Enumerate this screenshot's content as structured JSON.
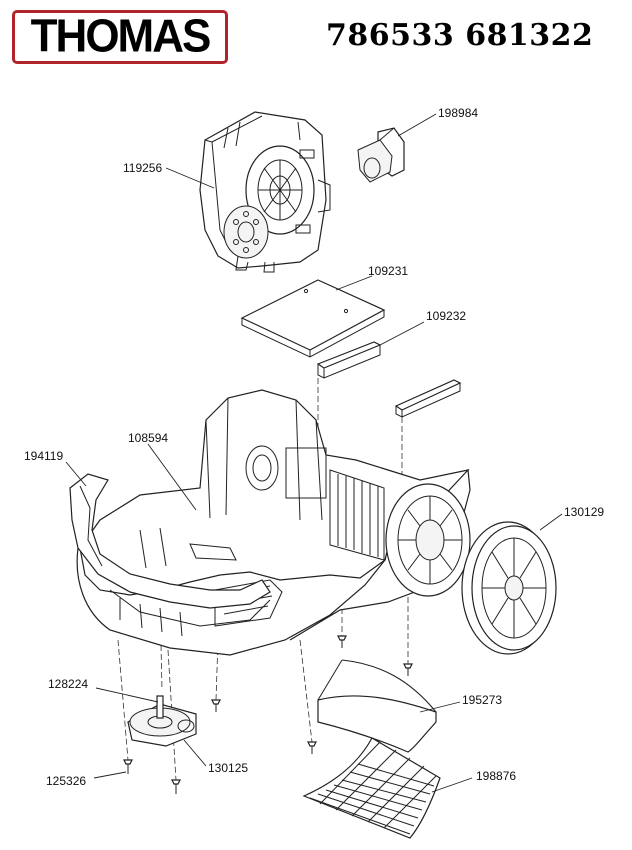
{
  "header": {
    "brand": "THOMAS",
    "part_numbers": "786533 681322"
  },
  "brand_color": "#b0252c",
  "parts": [
    {
      "id": "198984",
      "label": "198984"
    },
    {
      "id": "119256",
      "label": "119256"
    },
    {
      "id": "109231",
      "label": "109231"
    },
    {
      "id": "109232",
      "label": "109232"
    },
    {
      "id": "108594",
      "label": "108594"
    },
    {
      "id": "194119",
      "label": "194119"
    },
    {
      "id": "130129",
      "label": "130129"
    },
    {
      "id": "128224",
      "label": "128224"
    },
    {
      "id": "195273",
      "label": "195273"
    },
    {
      "id": "125326",
      "label": "125326"
    },
    {
      "id": "130125",
      "label": "130125"
    },
    {
      "id": "198876",
      "label": "198876"
    }
  ]
}
